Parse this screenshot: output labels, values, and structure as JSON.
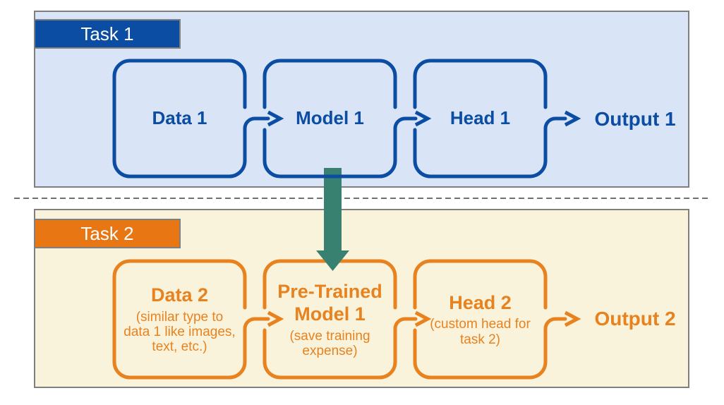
{
  "colors": {
    "task1_accent": "#0b4da2",
    "task1_panel_bg": "#d9e4f6",
    "task2_accent": "#e8821f",
    "task2_chip_bg": "#e87613",
    "task2_panel_bg": "#faf3db",
    "transfer_arrow": "#38806f",
    "panel_border_gray": "#7f7f7f",
    "divider_gray": "#707070"
  },
  "task1": {
    "label": "Task 1",
    "boxes": [
      {
        "title": "Data 1"
      },
      {
        "title": "Model 1"
      },
      {
        "title": "Head 1"
      }
    ],
    "output_label": "Output 1"
  },
  "task2": {
    "label": "Task 2",
    "boxes": [
      {
        "title": "Data 2",
        "subtitle": "(similar type to\ndata 1 like images,\ntext, etc.)"
      },
      {
        "title": "Pre-Trained\nModel 1",
        "subtitle": "(save training\nexpense)"
      },
      {
        "title": "Head 2",
        "subtitle": "(custom head for\ntask 2)"
      }
    ],
    "output_label": "Output 2"
  }
}
